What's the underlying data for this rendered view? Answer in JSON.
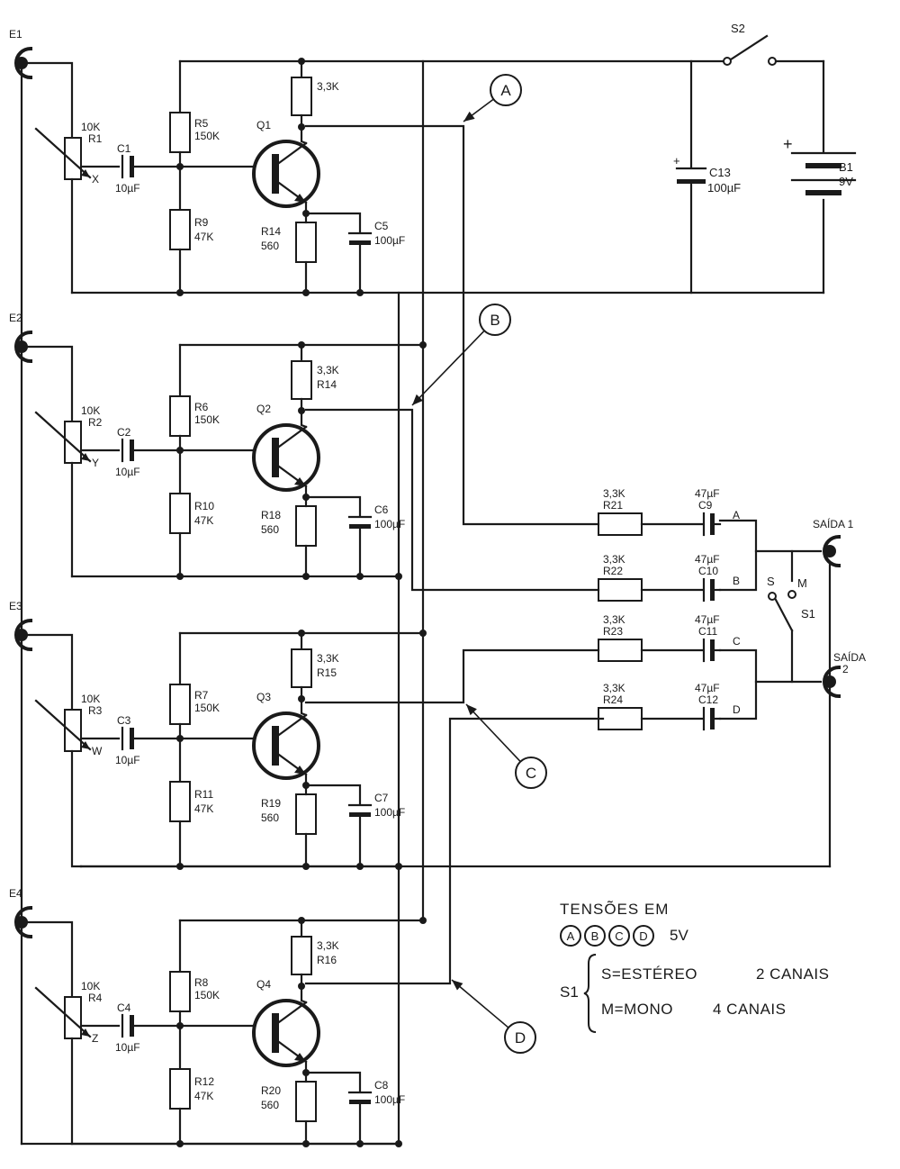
{
  "inputs": [
    {
      "label": "E1"
    },
    {
      "label": "E2"
    },
    {
      "label": "E3"
    },
    {
      "label": "E4"
    }
  ],
  "stages": [
    {
      "pot": "R1",
      "pot_value": "10K",
      "wiper": "X",
      "cap": "C1",
      "cap_value": "10µF",
      "rb": "R5",
      "rb_value": "150K",
      "rbot": "R9",
      "rbot_value": "47K",
      "transistor": "Q1",
      "rc_value": "3,3K",
      "rc_name": "",
      "re": "R14",
      "re_value": "560",
      "ce": "C5",
      "ce_value": "100µF"
    },
    {
      "pot": "R2",
      "pot_value": "10K",
      "wiper": "Y",
      "cap": "C2",
      "cap_value": "10µF",
      "rb": "R6",
      "rb_value": "150K",
      "rbot": "R10",
      "rbot_value": "47K",
      "transistor": "Q2",
      "rc_value": "3,3K",
      "rc_name": "R14",
      "re": "R18",
      "re_value": "560",
      "ce": "C6",
      "ce_value": "100µF"
    },
    {
      "pot": "R3",
      "pot_value": "10K",
      "wiper": "W",
      "cap": "C3",
      "cap_value": "10µF",
      "rb": "R7",
      "rb_value": "150K",
      "rbot": "R11",
      "rbot_value": "47K",
      "transistor": "Q3",
      "rc_value": "3,3K",
      "rc_name": "R15",
      "re": "R19",
      "re_value": "560",
      "ce": "C7",
      "ce_value": "100µF"
    },
    {
      "pot": "R4",
      "pot_value": "10K",
      "wiper": "Z",
      "cap": "C4",
      "cap_value": "10µF",
      "rb": "R8",
      "rb_value": "150K",
      "rbot": "R12",
      "rbot_value": "47K",
      "transistor": "Q4",
      "rc_value": "3,3K",
      "rc_name": "R16",
      "re": "R20",
      "re_value": "560",
      "ce": "C8",
      "ce_value": "100µF"
    }
  ],
  "mixer": [
    {
      "r": "R21",
      "r_value": "3,3K",
      "c": "C9",
      "c_value": "47µF",
      "tag": "A"
    },
    {
      "r": "R22",
      "r_value": "3,3K",
      "c": "C10",
      "c_value": "47µF",
      "tag": "B"
    },
    {
      "r": "R23",
      "r_value": "3,3K",
      "c": "C11",
      "c_value": "47µF",
      "tag": "C"
    },
    {
      "r": "R24",
      "r_value": "3,3K",
      "c": "C12",
      "c_value": "47µF",
      "tag": "D"
    }
  ],
  "callouts": [
    "A",
    "B",
    "C",
    "D"
  ],
  "power": {
    "switch": "S2",
    "cap": "C13",
    "cap_value": "100µF",
    "battery": "B1",
    "battery_value": "9V",
    "plus": "+"
  },
  "outputs": {
    "out1_line1": "SAÍDA 1",
    "out2_line1": "SAÍDA",
    "out2_line2": "2",
    "switch": "S1",
    "pos_s": "S",
    "pos_m": "M"
  },
  "legend": {
    "title": "TENSÕES   EM",
    "circles": [
      "A",
      "B",
      "C",
      "D"
    ],
    "voltage": "5V",
    "s1_label": "S1",
    "row_s_mode": "S=ESTÉREO",
    "row_s_desc": "2  CANAIS",
    "row_m_mode": "M=MONO",
    "row_m_desc": "4  CANAIS"
  }
}
